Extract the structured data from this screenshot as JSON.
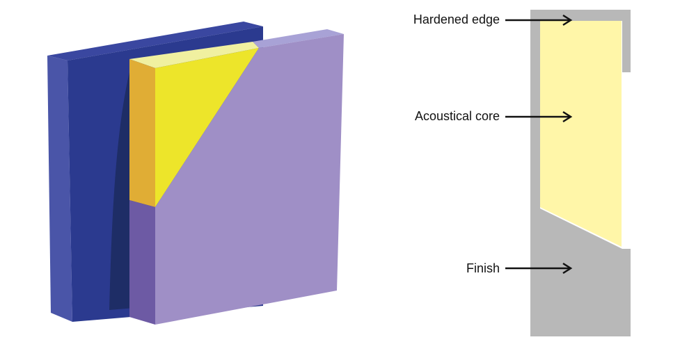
{
  "colors": {
    "back_panel_front": "#2b3a8f",
    "back_panel_side": "#4a55a8",
    "back_panel_top": "#3a47a0",
    "back_panel_shadow": "#1e2d66",
    "front_panel_face": "#9f8fc6",
    "front_panel_top": "#a8a2d6",
    "front_panel_side": "#6d5aa4",
    "core_face": "#ede52a",
    "core_top": "#f0f0a0",
    "core_side": "#e0ad35",
    "section_gray": "#b8b8b8",
    "section_core": "#fff6a8",
    "arrow": "#111111"
  },
  "labels": {
    "hardened_edge": "Hardened edge",
    "acoustical_core": "Acoustical core",
    "finish": "Finish"
  },
  "icons": {
    "arrow": "arrow-right-icon"
  }
}
